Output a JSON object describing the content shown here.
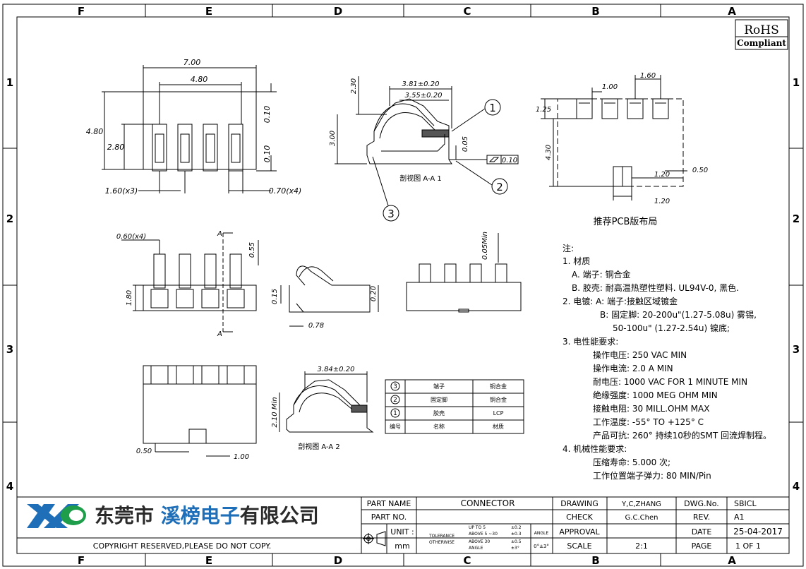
{
  "frame": {
    "columns": [
      "F",
      "E",
      "D",
      "C",
      "B",
      "A"
    ],
    "rows": [
      "1",
      "2",
      "3",
      "4"
    ]
  },
  "rohs": {
    "line1": "RoHS",
    "line2": "Compliant"
  },
  "front_view": {
    "dim_total_width": "7.00",
    "dim_inner_width": "4.80",
    "dim_height": "4.80",
    "dim_pin_height": "2.80",
    "dim_top_gap": "0.10",
    "dim_bottom_gap": "0.10",
    "dim_pitch": "1.60(x3)",
    "dim_pin_width": "0.70(x4)"
  },
  "section_a1": {
    "dim_outer": "3.81±0.20",
    "dim_inner": "3.55±0.20",
    "dim_top": "2.30",
    "dim_height": "3.00",
    "dim_foot": "0.05",
    "flatness": "0.10",
    "caption": "剖视图  A-A 1",
    "callout_1": "1",
    "callout_2": "2",
    "callout_3": "3"
  },
  "pcb_layout": {
    "dim_pitch": "1.60",
    "dim_pad_w": "1.00",
    "dim_pad_h": "1.25",
    "dim_span": "4.30",
    "dim_peg_w": "1.20",
    "dim_peg_h": "1.20",
    "dim_peg_gap": "0.50",
    "caption": "推荐PCB版布局"
  },
  "top_view": {
    "dim_pin": "0.60(x4)",
    "dim_tip": "0.55",
    "dim_depth": "1.80",
    "section_label_top": "A",
    "section_label_bottom": "A"
  },
  "side_view": {
    "dim_thick": "0.15",
    "dim_h": "0.20",
    "dim_foot": "0.78"
  },
  "rear_view": {
    "dim_min": "0.05Min"
  },
  "bottom_view": {
    "dim_gap": "0.50",
    "dim_len": "1.00"
  },
  "section_a2": {
    "dim_outer": "3.84±0.20",
    "dim_min": "2.10 Min",
    "caption": "剖视图  A-A 2"
  },
  "bom": {
    "rows": [
      {
        "no": "3",
        "name": "端子",
        "material": "铜合金"
      },
      {
        "no": "2",
        "name": "固定脚",
        "material": "铜合金"
      },
      {
        "no": "1",
        "name": "胶壳",
        "material": "LCP"
      }
    ],
    "header": {
      "no": "编号",
      "name": "名称",
      "material": "材质"
    }
  },
  "notes": {
    "title": "注:",
    "lines": [
      "1. 材质",
      "A. 端子: 铜合金",
      "B. 胶壳: 耐高温热塑性塑料. UL94V-0, 黑色.",
      "2. 电镀: A: 端子:接触区域镀金",
      "B: 固定脚: 20-200u\"(1.27-5.08u) 雾锡,",
      "50-100u\" (1.27-2.54u) 镍底;",
      "3. 电性能要求:",
      "操作电压: 250 VAC MIN",
      "操作电流: 2.0 A MIN",
      "耐电压: 1000 VAC FOR 1 MINUTE MIN",
      "绝缘强度: 1000 MEG OHM MIN",
      "接触电阻: 30 MILL.OHM MAX",
      "工作温度: -55°  TO +125° C",
      "产品可抗: 260°  持续10秒的SMT 回流焊制程。",
      "4. 机械性能要求:",
      "压缩寿命: 5.000 次;",
      "工作位置端子弹力: 80 MIN/Pin"
    ]
  },
  "title_block": {
    "company": "东莞市溪榜电子有限公司",
    "company_highlight": "溪榜电子",
    "copyright": "COPYRIGHT  RESERVED,PLEASE  DO  NOT  COPY.",
    "part_name_label": "PART NAME",
    "part_name": "CONNECTOR",
    "part_no_label": "PART  NO.",
    "part_no": "",
    "unit_label": "UNIT :",
    "unit": "mm",
    "tolerance_label": "TOLERANCE",
    "otherwise_label": "OTHERWISE",
    "tol_rows": [
      {
        "range": "UP TO 5",
        "value": "±0.2"
      },
      {
        "range": "ABOVE 5 ~30",
        "value": "±0.3"
      },
      {
        "range": "ABOVE 30",
        "value": "±0.5"
      },
      {
        "range": "ANGLE",
        "value": "±3°"
      }
    ],
    "angle_label": "ANGLE",
    "angle_value": "0°±3°",
    "drawing_label": "DRAWING",
    "drawing_by": "Y,C,ZHANG",
    "check_label": "CHECK",
    "check_by": "G.C.Chen",
    "approval_label": "APPROVAL",
    "approval_by": "",
    "scale_label": "SCALE",
    "scale": "2:1",
    "dwg_no_label": "DWG.No.",
    "dwg_no": "SBICL",
    "rev_label": "REV.",
    "rev": "A1",
    "date_label": "DATE",
    "date": "25-04-2017",
    "page_label": "PAGE",
    "page": "1  OF  1"
  },
  "colors": {
    "line": "#000000",
    "logo_blue": "#1f6fb8",
    "logo_green": "#1e9e4a",
    "dark": "#2a2a2a"
  }
}
